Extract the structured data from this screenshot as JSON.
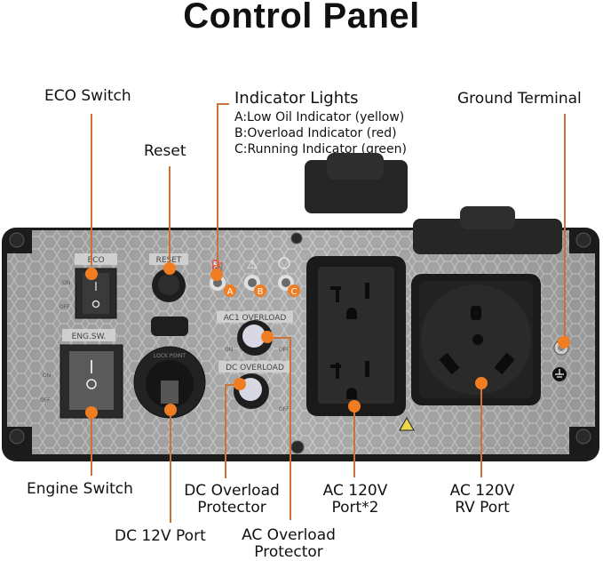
{
  "title": "Control Panel",
  "labels": {
    "eco_switch": "ECO Switch",
    "reset": "Reset",
    "indicator_lights": "Indicator Lights",
    "ground_terminal": "Ground Terminal",
    "engine_switch": "Engine Switch",
    "dc_12v_port": "DC 12V Port",
    "dc_overload_protector_line1": "DC Overload",
    "dc_overload_protector_line2": "Protector",
    "ac_overload_protector_line1": "AC Overload",
    "ac_overload_protector_line2": "Protector",
    "ac_120v_port_line1": "AC 120V",
    "ac_120v_port_line2": "Port*2",
    "ac_120v_rv_port_line1": "AC 120V",
    "ac_120v_rv_port_line2": "RV Port"
  },
  "indicators": [
    {
      "letter": "A",
      "text": "A:Low Oil Indicator (yellow)",
      "color": "#e8c020"
    },
    {
      "letter": "B",
      "text": "B:Overload Indicator (red)",
      "color": "#d83020"
    },
    {
      "letter": "C",
      "text": "C:Running Indicator (green)",
      "color": "#30a040"
    }
  ],
  "panel_markings": {
    "eco": "ECO",
    "reset": "RESET",
    "eng_sw": "ENG.SW.",
    "ac1_overload": "AC1 OVERLOAD",
    "dc_overload": "DC OVERLOAD",
    "on": "ON",
    "off": "OFF",
    "lock_point": "LOCK POINT"
  },
  "colors": {
    "accent": "#f07d22",
    "leader": "#c8733a",
    "panel": "#a9a9a9",
    "frame": "#1c1c1c"
  }
}
